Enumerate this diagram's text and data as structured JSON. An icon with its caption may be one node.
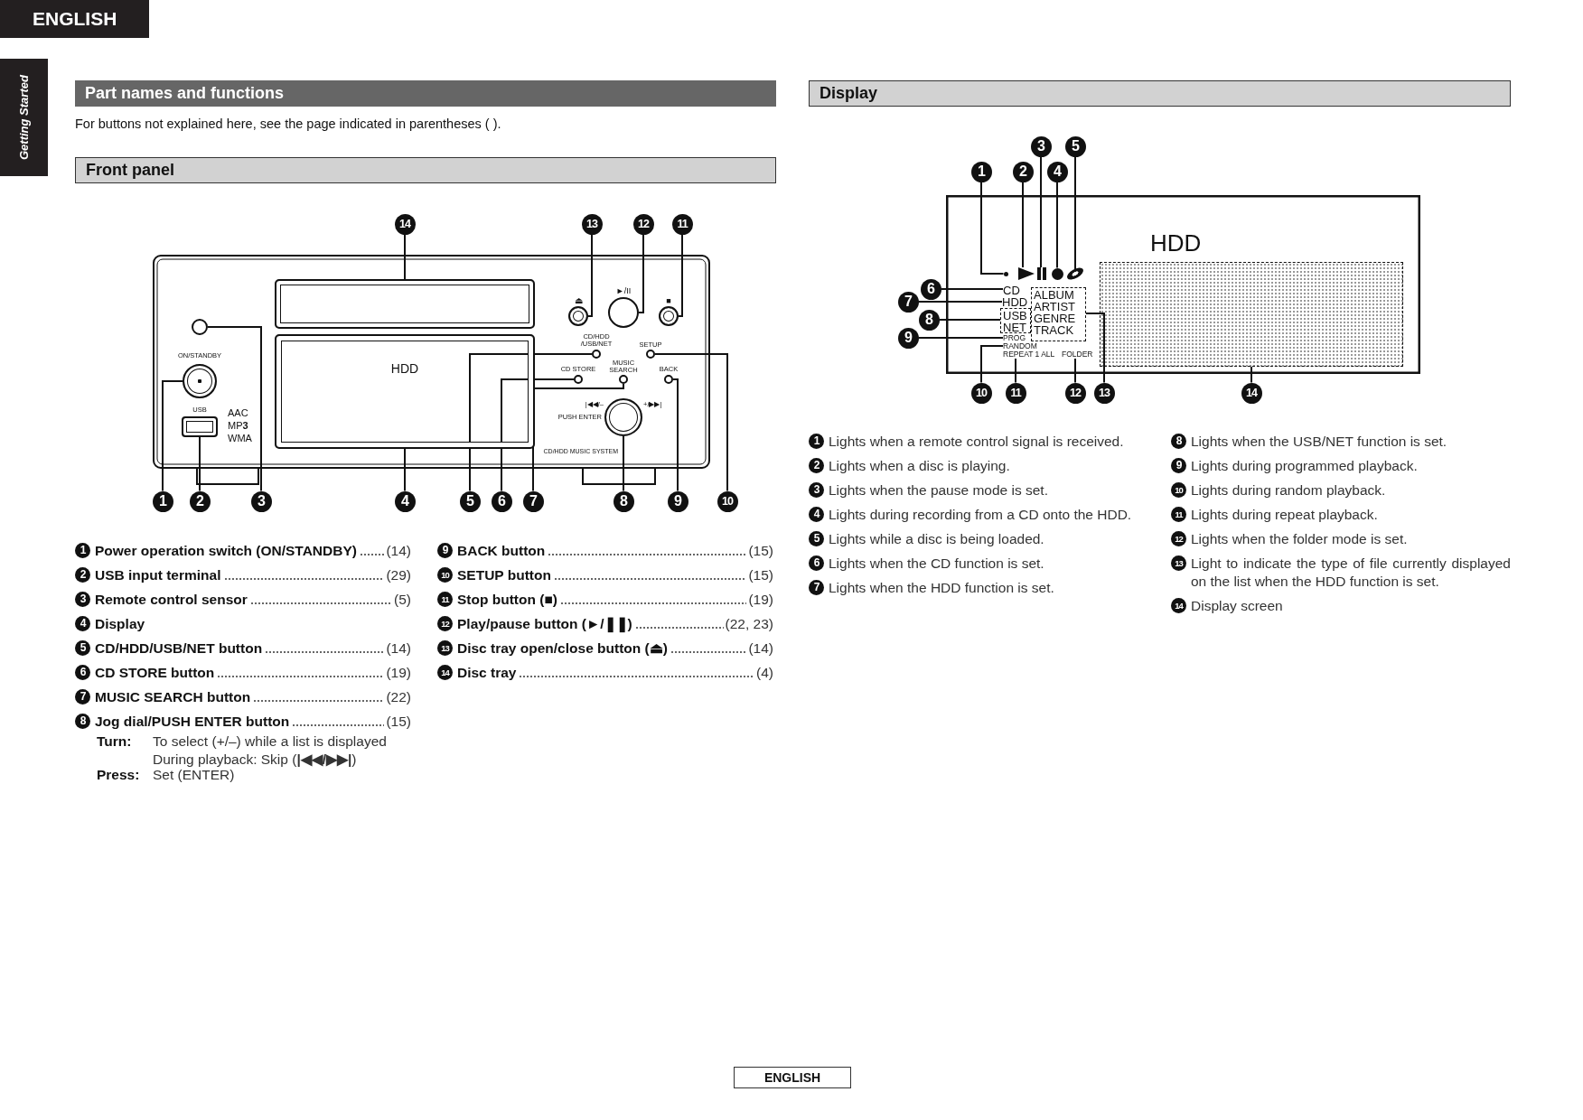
{
  "diagram": {
    "nodes": [
      {
        "text": [
          "1"
        ]
      },
      {
        "text": [
          "2"
        ]
      },
      {
        "text": [
          "3"
        ]
      },
      {
        "text": [
          "4"
        ]
      },
      {
        "text": [
          "5"
        ]
      },
      {
        "text": [
          "6"
        ]
      },
      {
        "text": [
          "7"
        ]
      },
      {
        "text": [
          "8"
        ]
      },
      {
        "text": [
          "9"
        ]
      },
      {
        "text": [
          "10"
        ]
      },
      {
        "text": [
          "11"
        ]
      },
      {
        "text": [
          "12"
        ]
      },
      {
        "text": [
          "13"
        ]
      },
      {
        "text": [
          "14"
        ]
      },
      {
        "text": [
          "1"
        ]
      },
      {
        "text": [
          "2"
        ]
      },
      {
        "text": [
          "3"
        ]
      },
      {
        "text": [
          "4"
        ]
      },
      {
        "text": [
          "5"
        ]
      },
      {
        "text": [
          "6"
        ]
      },
      {
        "text": [
          "7"
        ]
      },
      {
        "text": [
          "8"
        ]
      },
      {
        "text": [
          "9"
        ]
      },
      {
        "text": [
          "10"
        ]
      },
      {
        "text": [
          "11"
        ]
      },
      {
        "text": [
          "12"
        ]
      },
      {
        "text": [
          "13"
        ]
      },
      {
        "text": [
          "14"
        ]
      },
      {
        "text": [],
        "shape": "circle",
        "beside": [
          "ON/STANDBY"
        ]
      },
      {
        "text": [],
        "shape": "box",
        "beside": [
          "USB"
        ]
      },
      {
        "text": [],
        "shape": "circle"
      },
      {
        "text": [
          "HDD"
        ]
      },
      {
        "text": [],
        "shape": "circle",
        "beside": [
          "CD/HDD /USB/NET"
        ]
      },
      {
        "text": [],
        "shape": "circle",
        "beside": [
          "CD STORE"
        ]
      },
      {
        "text": [],
        "shape": "circle",
        "beside": [
          "MUSIC SEARCH"
        ]
      },
      {
        "text": [],
        "shape": "circle",
        "beside": [
          "|◀◀/–",
          "+/▶▶|",
          "PUSH ENTER"
        ]
      },
      {
        "text": [],
        "shape": "circle",
        "beside": [
          "BACK"
        ]
      },
      {
        "text": [],
        "shape": "circle",
        "beside": [
          "SETUP"
        ]
      },
      {
        "text": [],
        "shape": "circle",
        "beside": [
          "■"
        ]
      },
      {
        "text": [],
        "shape": "circle",
        "beside": [
          "►/II"
        ]
      },
      {
        "text": [],
        "shape": "circle",
        "beside": [
          "⏏"
        ]
      },
      {
        "text": [],
        "shape": "box"
      },
      {
        "text": [
          "HDD"
        ]
      },
      {
        "text": [],
        "shape": "circle",
        "in": 42
      },
      {
        "text": [],
        "shape": "triangle",
        "in": 42
      },
      {
        "text": [],
        "shape": "bar",
        "in": 42
      },
      {
        "text": [],
        "shape": "circle",
        "in": 42
      },
      {
        "text": [],
        "shape": "disc",
        "in": 42
      },
      {
        "text": [
          "CD"
        ],
        "in": 42
      },
      {
        "text": [
          "HDD"
        ],
        "in": 42
      },
      {
        "text": [
          "USB",
          "NET"
        ],
        "in": 42
      },
      {
        "text": [
          "PROG"
        ],
        "in": 42
      },
      {
        "text": [
          "RANDOM"
        ],
        "in": 42
      },
      {
        "text": [
          "REPEAT 1 ALL"
        ],
        "in": 42
      },
      {
        "text": [
          "FOLDER"
        ],
        "in": 42
      },
      {
        "text": [
          "ALBUM",
          "ARTIST",
          "GENRE",
          "TRACK"
        ],
        "in": 42
      },
      {
        "text": [],
        "shape": "box",
        "in": 42
      }
    ],
    "edges": [
      {
        "from": 0,
        "to": 28,
        "arrow": "none"
      },
      {
        "from": 1,
        "to": 29,
        "arrow": "none"
      },
      {
        "from": 2,
        "to": 30,
        "arrow": "none"
      },
      {
        "from": 3,
        "to": 31,
        "arrow": "none"
      },
      {
        "from": 4,
        "to": 32,
        "arrow": "none"
      },
      {
        "from": 5,
        "to": 33,
        "arrow": "none"
      },
      {
        "from": 6,
        "to": 34,
        "arrow": "none"
      },
      {
        "from": 7,
        "to": 35,
        "arrow": "none"
      },
      {
        "from": 8,
        "to": 36,
        "arrow": "none"
      },
      {
        "from": 9,
        "to": 37,
        "arrow": "none"
      },
      {
        "from": 10,
        "to": 38,
        "arrow": "none"
      },
      {
        "from": 11,
        "to": 39,
        "arrow": "none"
      },
      {
        "from": 12,
        "to": 40,
        "arrow": "none"
      },
      {
        "from": 13,
        "to": 41,
        "arrow": "none"
      },
      {
        "from": 14,
        "to": 43,
        "arrow": "none"
      },
      {
        "from": 15,
        "to": 44,
        "arrow": "none"
      },
      {
        "from": 16,
        "to": 45,
        "arrow": "none"
      },
      {
        "from": 17,
        "to": 46,
        "arrow": "none"
      },
      {
        "from": 18,
        "to": 47,
        "arrow": "none"
      },
      {
        "from": 19,
        "to": 48,
        "arrow": "none"
      },
      {
        "from": 20,
        "to": 49,
        "arrow": "none"
      },
      {
        "from": 21,
        "to": 50,
        "arrow": "none"
      },
      {
        "from": 22,
        "to": 51,
        "arrow": "none"
      },
      {
        "from": 23,
        "to": 52,
        "arrow": "none"
      },
      {
        "from": 24,
        "to": 53,
        "arrow": "none"
      },
      {
        "from": 25,
        "to": 54,
        "arrow": "none"
      },
      {
        "from": 26,
        "to": 55,
        "arrow": "none"
      },
      {
        "from": 27,
        "to": 56,
        "arrow": "none"
      }
    ],
    "labels": [
      "ENGLISH",
      "Getting Started",
      "Part names and functions",
      "For buttons not explained here, see the page indicated in parentheses (  ).",
      "Front panel",
      "Display",
      "AAC",
      "MP**3**",
      "WMA",
      "CD/HDD MUSIC SYSTEM",
      "1",
      "Power operation switch (ON/STANDBY)",
      "(14)",
      "2",
      "USB input terminal",
      "(29)",
      "3",
      "Remote control sensor",
      "(5)",
      "4",
      "Display",
      "5",
      "CD/HDD/USB/NET button",
      "(14)",
      "6",
      "CD STORE button",
      "(19)",
      "7",
      "MUSIC SEARCH button",
      "(22)",
      "8",
      "Jog dial/PUSH ENTER button",
      "(15)",
      "Turn:",
      "To select (+/–) while a list is displayed During playback: Skip (**|◀◀/▶▶|**)",
      "Press:",
      "Set (ENTER)",
      "9",
      "BACK button",
      "(15)",
      "10",
      "SETUP button",
      "(15)",
      "11",
      "Stop button (■)",
      "(19)",
      "12",
      "Play/pause button (►/❚❚)",
      "(22, 23)",
      "13",
      "Disc tray open/close button (⏏)",
      "(14)",
      "14",
      "Disc tray",
      "(4)",
      "1",
      "Lights when a remote control signal is received.",
      "2",
      "Lights when a disc is playing.",
      "3",
      "Lights when the pause mode is set.",
      "4",
      "Lights during recording from a CD onto the HDD.",
      "5",
      "Lights while a disc is being loaded.",
      "6",
      "Lights when the CD function is set.",
      "7",
      "Lights when the HDD function is set.",
      "8",
      "Lights when the USB/NET function is set.",
      "9",
      "Lights during programmed playback.",
      "10",
      "Lights during random playback.",
      "11",
      "Lights during repeat playback.",
      "12",
      "Lights when the folder mode is set.",
      "13",
      "Light to indicate the type of file currently displayed on the list when the HDD function is set.",
      "14",
      "Display screen",
      "ENGLISH"
    ]
  }
}
